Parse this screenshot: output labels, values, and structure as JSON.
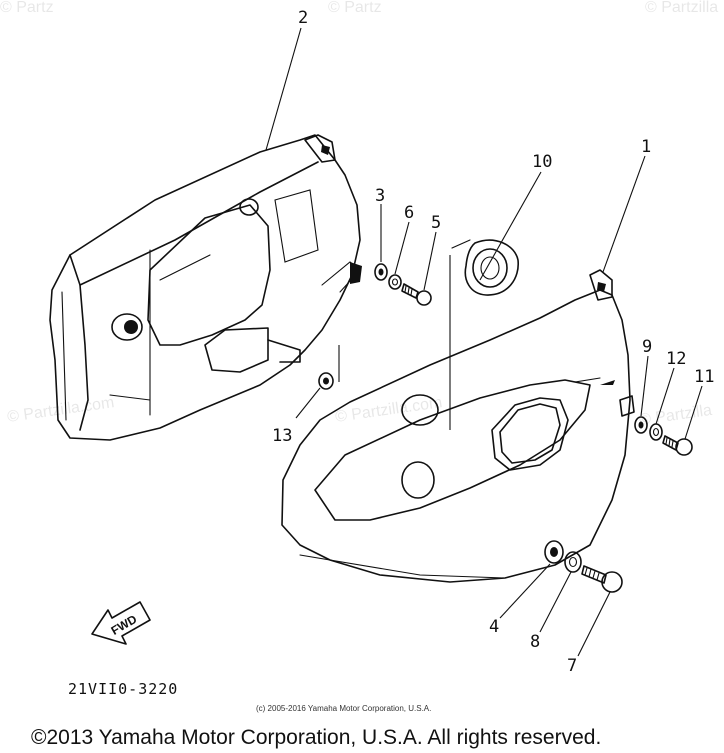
{
  "watermarks": [
    "© Partz",
    "© Partz",
    "© Partzilla",
    "© Partzilla.com",
    "© Partzilla.com",
    "© Partzilla"
  ],
  "callouts": [
    {
      "part": "2",
      "label": "2"
    },
    {
      "part": "3",
      "label": "3"
    },
    {
      "part": "6",
      "label": "6"
    },
    {
      "part": "5",
      "label": "5"
    },
    {
      "part": "10",
      "label": "10"
    },
    {
      "part": "1",
      "label": "1"
    },
    {
      "part": "9",
      "label": "9"
    },
    {
      "part": "12",
      "label": "12"
    },
    {
      "part": "11",
      "label": "11"
    },
    {
      "part": "13",
      "label": "13"
    },
    {
      "part": "4",
      "label": "4"
    },
    {
      "part": "8",
      "label": "8"
    },
    {
      "part": "7",
      "label": "7"
    }
  ],
  "fwd_arrow_text": "FWD",
  "diagram_code": "21VII0-3220",
  "small_copyright": "(c) 2005-2016 Yamaha Motor Corporation, U.S.A.",
  "footer_copyright": "©2013 Yamaha Motor Corporation, U.S.A. All rights reserved."
}
